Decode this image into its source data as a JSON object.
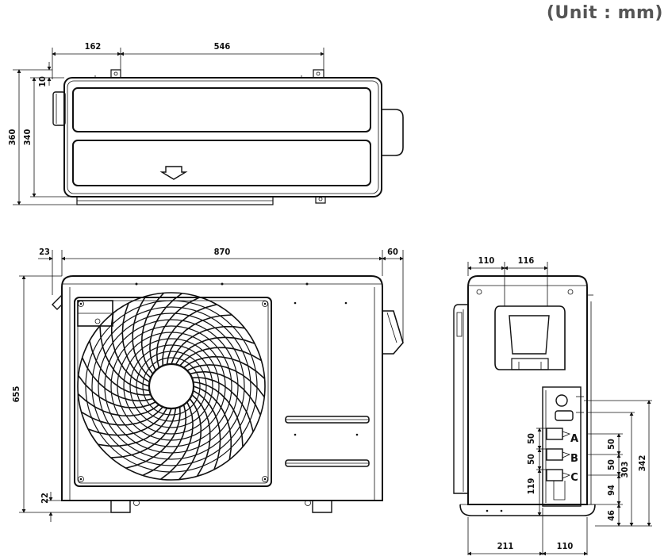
{
  "unit_label": "(Unit : mm)",
  "top_view": {
    "width_left": "162",
    "width_right": "546",
    "height_total": "360",
    "height_body": "340",
    "height_top": "10"
  },
  "front_view": {
    "offset_left": "23",
    "width": "870",
    "offset_right": "60",
    "height": "655",
    "foot": "22"
  },
  "side_view": {
    "top_left": "110",
    "top_right": "116",
    "valve_gap_1": "50",
    "valve_gap_2": "50",
    "bottom_valve": "119",
    "right_gap_1": "50",
    "right_gap_2": "50",
    "right_94": "94",
    "right_303": "303",
    "right_342": "342",
    "right_46": "46",
    "bottom_left": "211",
    "bottom_right": "110",
    "port_a": "A",
    "port_b": "B",
    "port_c": "C"
  }
}
